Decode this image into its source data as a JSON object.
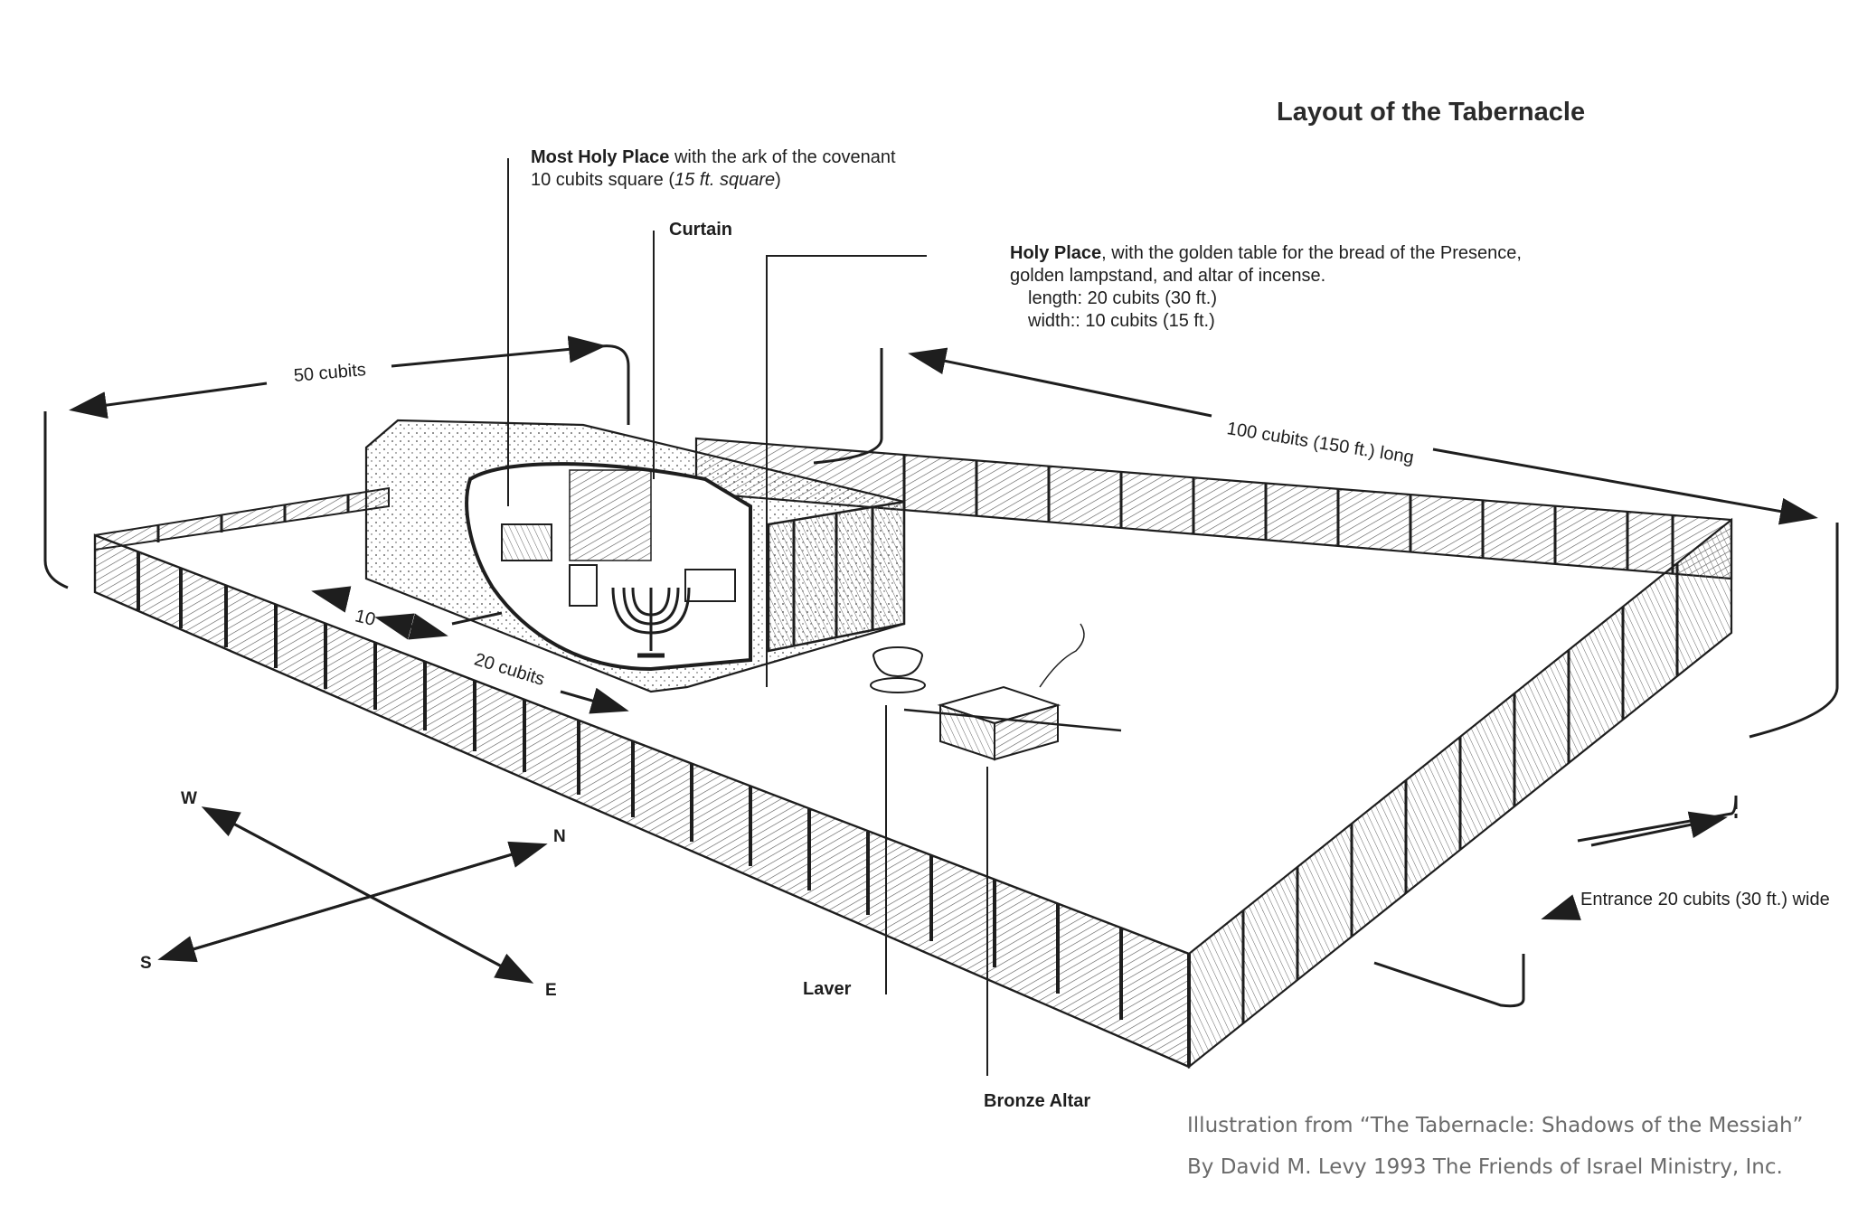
{
  "title": "Layout of the Tabernacle",
  "labels": {
    "most_holy_bold": "Most Holy Place",
    "most_holy_rest": " with the ark of the covenant",
    "most_holy_line2_a": "10 cubits square (",
    "most_holy_line2_b": "15 ft. square",
    "most_holy_line2_c": ")",
    "curtain": "Curtain",
    "holy_bold": "Holy Place",
    "holy_rest": ", with the golden table for the bread of the Presence,",
    "holy_line2": "golden lampstand, and altar of incense.",
    "holy_line3": "length: 20 cubits (30 ft.)",
    "holy_line4": "width:: 10 cubits (15 ft.)",
    "width_dim": "50 cubits",
    "length_dim": "100 cubits (150 ft.) long",
    "inner_10": "10",
    "inner_20": "20 cubits",
    "laver": "Laver",
    "bronze_altar": "Bronze Altar",
    "entrance": "Entrance 20 cubits (30 ft.) wide"
  },
  "compass": {
    "w": "W",
    "n": "N",
    "s": "S",
    "e": "E"
  },
  "credit": {
    "line1": "Illustration from “The Tabernacle: Shadows of the Messiah”",
    "line2": "By David M. Levy  1993  The Friends of Israel Ministry, Inc."
  },
  "colors": {
    "ink": "#1e1e1e",
    "credit": "#6b6b6b",
    "paper": "#ffffff"
  }
}
